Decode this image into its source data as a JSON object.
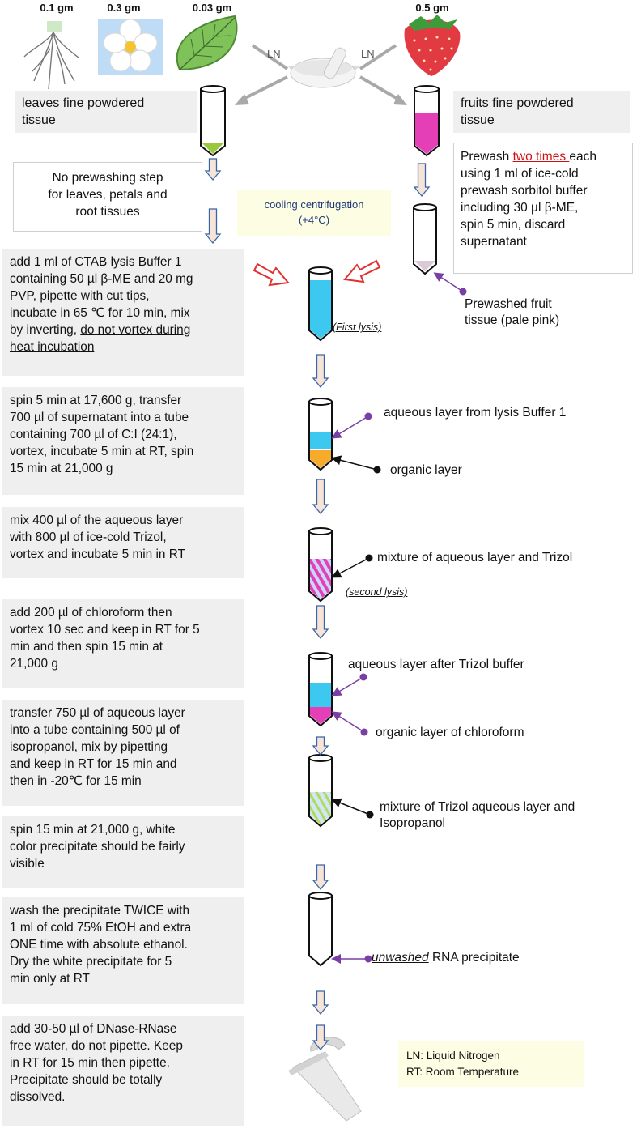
{
  "samples": {
    "root_mass": "0.1 gm",
    "petal_mass": "0.3 gm",
    "leaf_mass": "0.03 gm",
    "fruit_mass": "0.5 gm",
    "ln_left": "LN",
    "ln_right": "LN"
  },
  "labels": {
    "leaves_powder": "leaves  fine powdered\ntissue",
    "fruits_powder": "fruits fine powdered\ntissue",
    "no_prewash": "No prewashing step\nfor leaves, petals and\nroot tissues",
    "cooling": "cooling centrifugation\n(+4°C)",
    "prewash_pre": "Prewash ",
    "prewash_red": "two times ",
    "prewash_post": "each\nusing 1 ml of ice-cold\nprewash sorbitol buffer\nincluding 30 µl β-ME,\nspin 5 min, discard\nsupernatant",
    "prewashed_fruit": "Prewashed fruit\ntissue (pale pink)",
    "first_lysis": "(First lysis)",
    "second_lysis": "(second lysis)"
  },
  "steps": {
    "s1_main": "add 1 ml of CTAB lysis Buffer 1\ncontaining 50 µl β-ME and 20 mg\nPVP, pipette with cut tips,\nincubate in 65 ℃ for 10 min, mix\nby inverting, ",
    "s1_u": "do not vortex during\nheat incubation",
    "s2": "spin 5 min at 17,600 g, transfer\n700 µl of supernatant into a tube\ncontaining 700 µl of C:I (24:1),\nvortex, incubate 5 min at RT, spin\n15 min at 21,000 g",
    "s3": "mix 400 µl of the aqueous layer\nwith 800 µl of ice-cold Trizol,\nvortex and incubate 5 min in RT",
    "s4": "add 200 µl of chloroform then\nvortex 10 sec and keep in RT for 5\nmin and then spin 15 min at\n21,000 g",
    "s5": "transfer 750 µl of aqueous layer\ninto a tube containing 500  µl of\nisopropanol, mix by pipetting\nand keep in RT for 15 min and\nthen in -20℃ for 15 min",
    "s6": "spin 15 min at 21,000 g, white\ncolor precipitate should be fairly\nvisible",
    "s7": "wash the precipitate TWICE with\n1 ml of cold 75% EtOH and extra\nONE time with absolute ethanol.\nDry the white precipitate for 5\nmin only at RT",
    "s8": "add 30-50 µl of DNase-RNase\nfree water, do not pipette. Keep\nin RT for 15 min then pipette.\nPrecipitate should be totally\ndissolved."
  },
  "annotations": {
    "aq_lysis": "aqueous layer from lysis Buffer 1",
    "organic": "organic layer",
    "mixture_trizol": "mixture of aqueous layer and Trizol",
    "aq_after_trizol": "aqueous layer after Trizol buffer",
    "organic_chloroform": "organic layer of chloroform",
    "mixture_iso": "mixture of Trizol aqueous layer and\nIsopropanol",
    "unwashed_it": "unwashed",
    "unwashed_rest": " RNA precipitate"
  },
  "legend": {
    "ln": "LN: Liquid Nitrogen",
    "rt": "RT: Room Temperature"
  },
  "colors": {
    "arrow_fill": "#f6e4d6",
    "arrow_stroke": "#3a64ad",
    "cyan": "#3cc8ef",
    "magenta": "#e53fb7",
    "orange": "#f6ac2a",
    "purple_pointer": "#7a3fa6",
    "green_leaf": "#7fc25a",
    "red_strawberry": "#e23a43"
  }
}
